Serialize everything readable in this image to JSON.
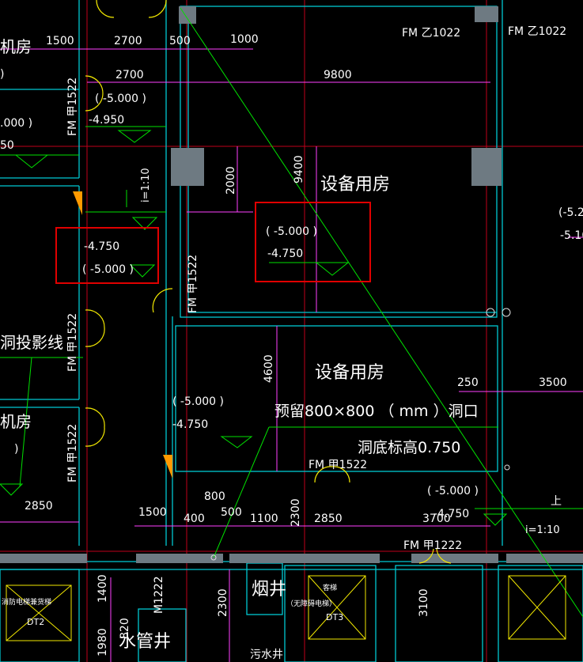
{
  "rooms": {
    "top_left": "机房",
    "left_mid": "机房",
    "equipment_a": "设备用房",
    "equipment_b": "设备用房",
    "projection": "洞投影线"
  },
  "doors": {
    "fm_yi_1": "FM 乙1022",
    "fm_yi_2": "FM 乙1022",
    "fm_jia_a": "FM 甲1522",
    "fm_jia_b": "FM 甲1522",
    "fm_jia_c": "FM 甲1522",
    "fm_jia_d": "FM 甲1522",
    "fm_jia_e": "FM 甲1522",
    "fm_jia_f": "FM 甲1222",
    "m1222": "M1222"
  },
  "dims": {
    "d1500a": "1500",
    "d2700a": "2700",
    "d500a": "500",
    "d1000": "1000",
    "d2700b": "2700",
    "d9800": "9800",
    "d9400": "9400",
    "d2000": "2000",
    "d4600": "4600",
    "d250": "250",
    "d3500": "3500",
    "d2850a": "2850",
    "d800": "800",
    "d1500b": "1500",
    "d400": "400",
    "d500b": "500",
    "d1100": "1100",
    "d2300a": "2300",
    "d2850b": "2850",
    "d3700": "3700",
    "d1400": "1400",
    "d2300b": "2300",
    "d1980": "1980",
    "d820": "820",
    "d3100": "3100"
  },
  "levels": {
    "l1": "( -5.000   )",
    "l2": "-4.950",
    "l3": ".000   )",
    "l4": "50",
    "l5": "-4.750",
    "l6": "( -5.000   )",
    "l7": "( -5.000   )",
    "l8": "-4.750",
    "l9": "( -5.000   )",
    "l10": "-4.750",
    "l11": "( -5.000  )",
    "l12": "-4.750",
    "l13": "(-5.2",
    "l14": "-5.10",
    "l15": ")",
    "l16": ")"
  },
  "notes": {
    "reserve": "预留800×800   （ mm  ）洞口",
    "bottom_level": "洞底标高0.750",
    "slope_a": "i=1:10",
    "slope_b": "i=1:10",
    "up": "上"
  },
  "shafts": {
    "smoke": "烟井",
    "water": "水管井",
    "sewage": "污水井",
    "dt2": "DT2",
    "dt3": "DT3",
    "dt2_label": "消防电梯兼货梯",
    "dt3_label": "客梯",
    "dt3_sub": "（无障碍电梯）"
  },
  "highlight_color": "#e00000"
}
